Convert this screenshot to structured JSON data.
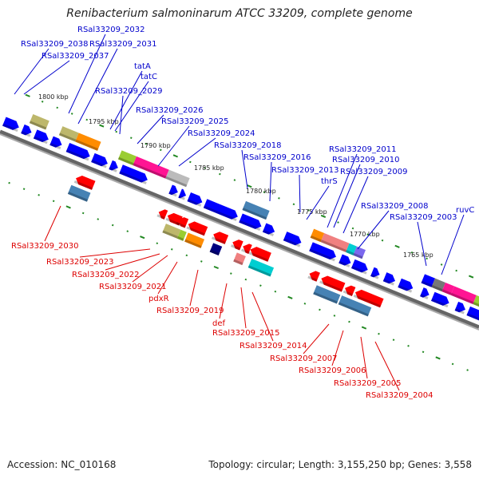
{
  "title": "Renibacterium salmoninarum ATCC 33209, complete genome",
  "footer": {
    "accession": "Accession: NC_010168",
    "summary": "Topology: circular; Length: 3,155,250 bp; Genes: 3,558"
  },
  "colors": {
    "forward_label": "#0000cc",
    "reverse_label": "#dd0000",
    "forward_cds": "#0000ff",
    "reverse_cds": "#ff0000",
    "tick": "#228822",
    "backbone": "#888888"
  },
  "scale_ticks": [
    "1800 kbp",
    "1795 kbp",
    "1790 kbp",
    "1785 kbp",
    "1780 kbp",
    "1775 kbp",
    "1770 kbp",
    "1765 kbp"
  ],
  "forward_labels": [
    "RSal33209_2038",
    "RSal33209_2037",
    "RSal33209_2032",
    "RSal33209_2031",
    "tatA",
    "tatC",
    "RSal33209_2029",
    "RSal33209_2026",
    "RSal33209_2025",
    "RSal33209_2024",
    "RSal33209_2018",
    "RSal33209_2016",
    "RSal33209_2013",
    "thrS",
    "RSal33209_2011",
    "RSal33209_2010",
    "RSal33209_2009",
    "RSal33209_2008",
    "RSal33209_2003",
    "ruvC"
  ],
  "reverse_labels": [
    "RSal33209_2030",
    "RSal33209_2023",
    "RSal33209_2022",
    "RSal33209_2021",
    "pdxR",
    "RSal33209_2019",
    "def",
    "RSal33209_2015",
    "RSal33209_2014",
    "RSal33209_2007",
    "RSal33209_2006",
    "RSal33209_2005",
    "RSal33209_2004"
  ]
}
